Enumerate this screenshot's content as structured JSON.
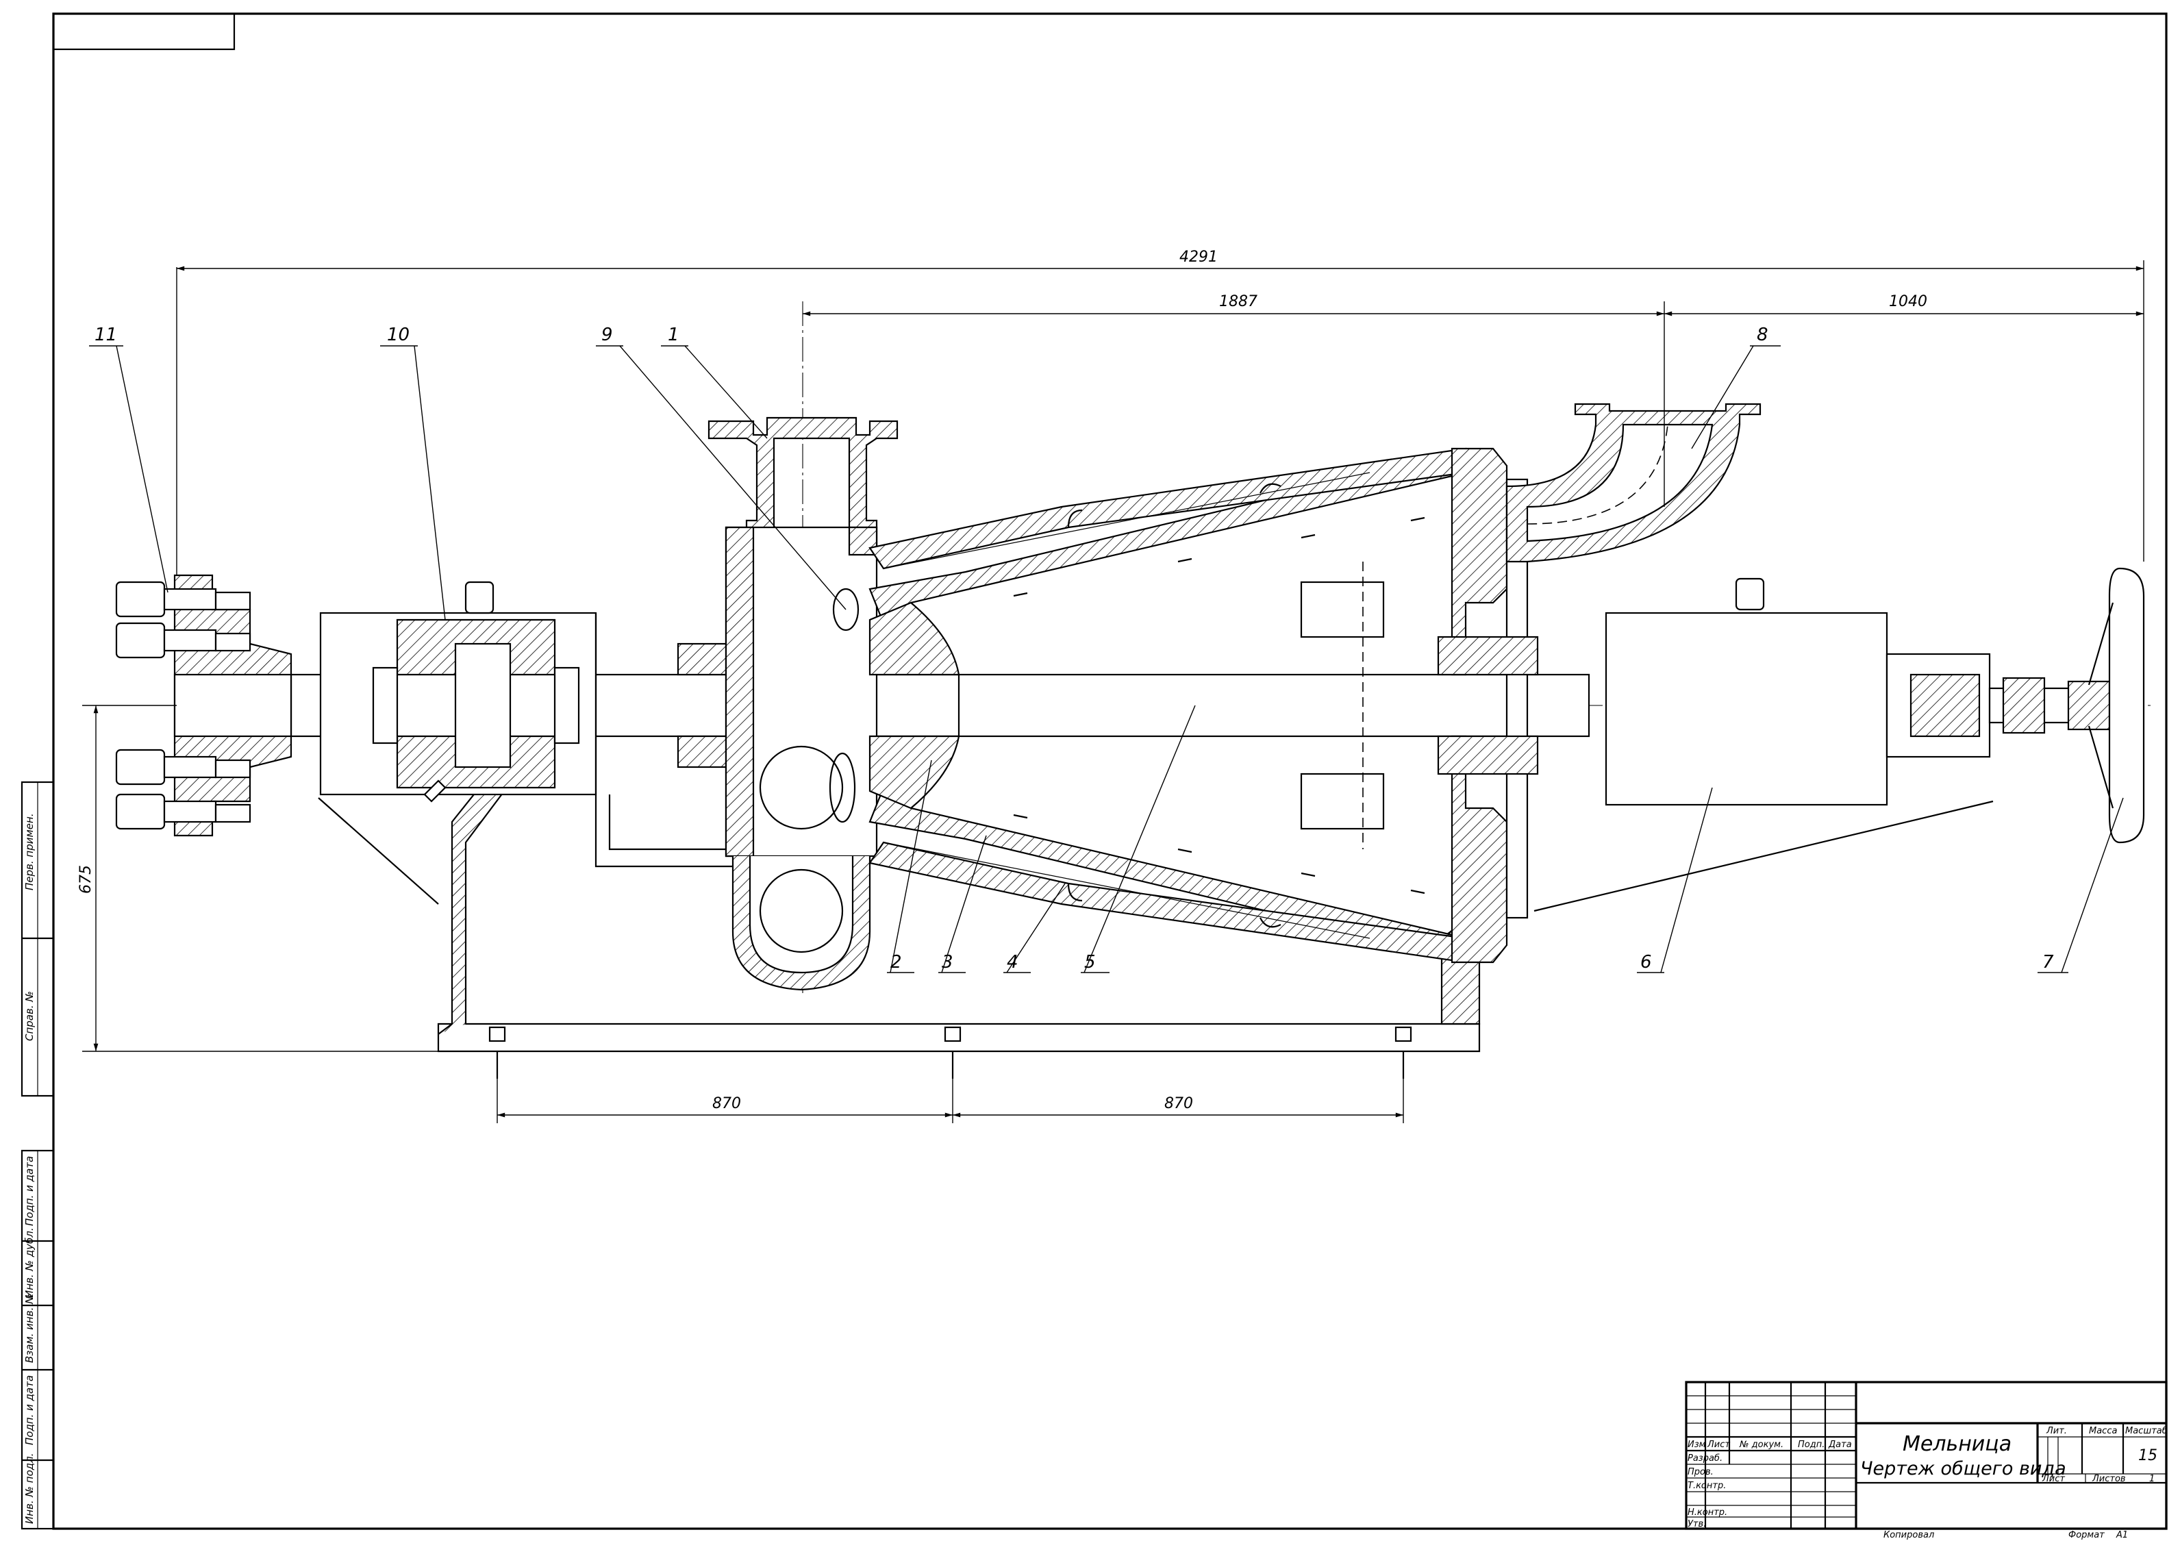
{
  "dimensions": {
    "overall_length": "4291",
    "center_to_flange": "1887",
    "flange_to_end": "1040",
    "axis_height": "675",
    "base_span_left": "870",
    "base_span_right": "870"
  },
  "callouts": {
    "c1": "1",
    "c2": "2",
    "c3": "3",
    "c4": "4",
    "c5": "5",
    "c6": "6",
    "c7": "7",
    "c8": "8",
    "c9": "9",
    "c10": "10",
    "c11": "11"
  },
  "side_stamp": {
    "perv_primen": "Перв. примен.",
    "sprav_no": "Справ. №",
    "podp_data_1": "Подп. и дата",
    "inv_dubl": "Инв. № дубл.",
    "vzam_inv": "Взам. инв. №",
    "podp_data_2": "Подп. и дата",
    "inv_podl": "Инв. № подл."
  },
  "title_block": {
    "izm": "Изм",
    "list": "Лист",
    "n_dokum": "№ докум.",
    "podp": "Подп.",
    "data": "Дата",
    "razrab": "Разраб.",
    "prov": "Пров.",
    "t_kontr": "Т.контр.",
    "n_kontr": "Н.контр.",
    "utv": "Утв.",
    "name_line1": "Мельница",
    "name_line2": "Чертеж общего вида",
    "lit": "Лит.",
    "massa": "Масса",
    "masshtab": "Масштаб",
    "scale_value": "15",
    "sheet": "Лист",
    "sheets": "Листов",
    "sheets_value": "1",
    "copied": "Копировал",
    "format": "Формат",
    "format_value": "А1"
  }
}
